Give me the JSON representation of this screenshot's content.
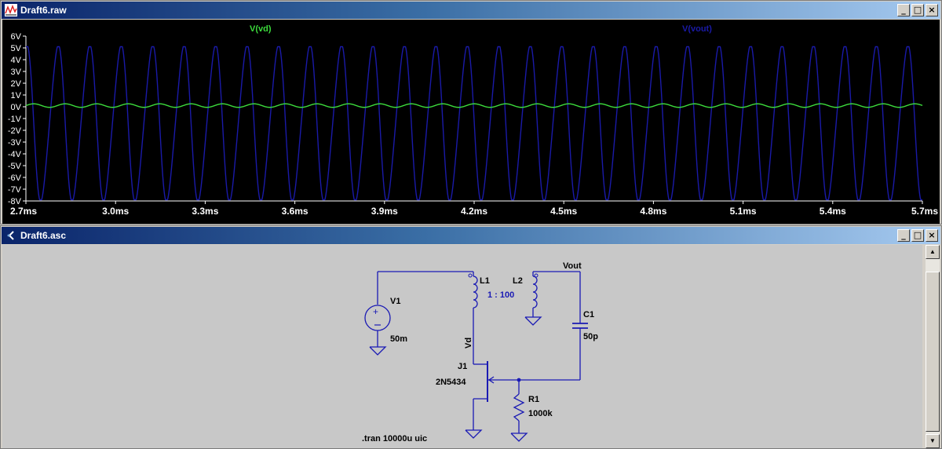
{
  "plot_window": {
    "title": "Draft6.raw",
    "icon": "waveform-icon",
    "buttons": [
      "_",
      "□",
      "×"
    ]
  },
  "schematic_window": {
    "title": "Draft6.asc",
    "icon": "schematic-icon",
    "buttons": [
      "_",
      "□",
      "×"
    ]
  },
  "colors": {
    "trace_vd": "#3cdc3c",
    "trace_vout": "#1a1aa8",
    "wire": "#1a1ab4",
    "plot_bg": "#000000",
    "axis_text": "#ffffff"
  },
  "chart_data": {
    "type": "line",
    "series": [
      {
        "name": "V(vd)",
        "description_color": "green",
        "amplitude": 0.15,
        "offset": 0.1
      },
      {
        "name": "V(vout)",
        "description_color": "blue",
        "max": 5.1,
        "min": -7.9
      }
    ],
    "xlim": [
      2.7,
      5.7
    ],
    "ylim": [
      -8,
      6
    ],
    "x_ticks": [
      "2.7ms",
      "3.0ms",
      "3.3ms",
      "3.6ms",
      "3.9ms",
      "4.2ms",
      "4.5ms",
      "4.8ms",
      "5.1ms",
      "5.4ms",
      "5.7ms"
    ],
    "x_tick_values": [
      2.7,
      3.0,
      3.3,
      3.6,
      3.9,
      4.2,
      4.5,
      4.8,
      5.1,
      5.4,
      5.7
    ],
    "y_ticks": [
      "6V",
      "5V",
      "4V",
      "3V",
      "2V",
      "1V",
      "0V",
      "-1V",
      "-2V",
      "-3V",
      "-4V",
      "-5V",
      "-6V",
      "-7V",
      "-8V"
    ],
    "y_tick_values": [
      6,
      5,
      4,
      3,
      2,
      1,
      0,
      -1,
      -2,
      -3,
      -4,
      -5,
      -6,
      -7,
      -8
    ],
    "vout_period_ms": 0.1053,
    "grid": false
  },
  "schematic": {
    "v1_name": "V1",
    "v1_value": "50m",
    "l1_name": "L1",
    "ratio": "1 : 100",
    "l2_name": "L2",
    "net_vout": "Vout",
    "net_vd": "Vd",
    "c1_name": "C1",
    "c1_value": "50p",
    "j1_name": "J1",
    "j1_model": "2N5434",
    "r1_name": "R1",
    "r1_value": "1000k",
    "directive": ".tran 10000u uic"
  },
  "scrollbar": {
    "up": "▲",
    "down": "▼"
  }
}
